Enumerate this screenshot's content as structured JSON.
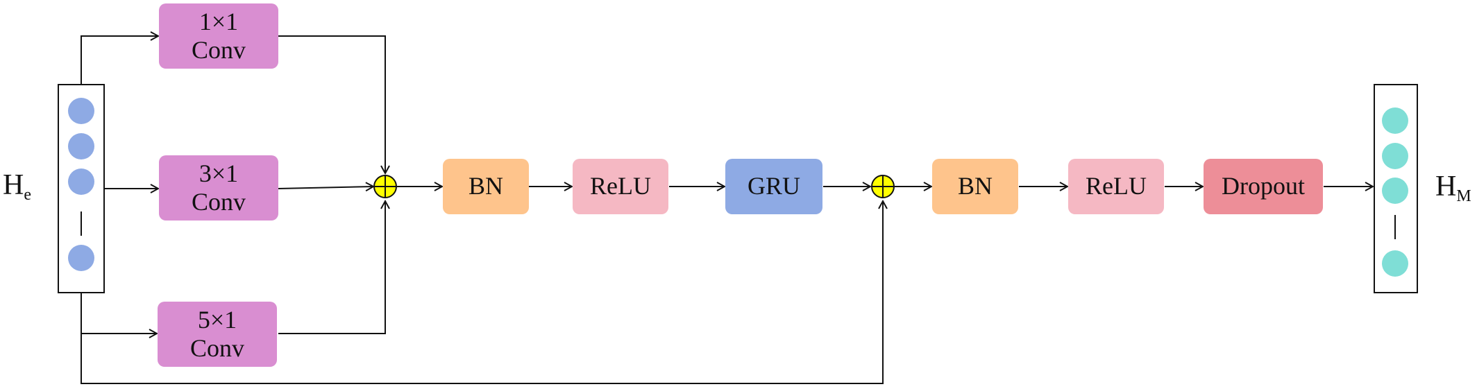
{
  "input": {
    "label": "H",
    "subscript": "e"
  },
  "output": {
    "label": "H",
    "subscript": "M"
  },
  "conv_branches": [
    {
      "kernel": "1×1",
      "op": "Conv"
    },
    {
      "kernel": "3×1",
      "op": "Conv"
    },
    {
      "kernel": "5×1",
      "op": "Conv"
    }
  ],
  "stage1": {
    "bn": "BN",
    "relu": "ReLU",
    "gru": "GRU"
  },
  "stage2": {
    "bn": "BN",
    "relu": "ReLU",
    "dropout": "Dropout"
  },
  "colors": {
    "conv": "#d98ed1",
    "bn": "#fec48c",
    "relu": "#f5b8c3",
    "gru": "#8eaae4",
    "dropout": "#ed8e98",
    "input_node": "#8eaae4",
    "output_node": "#7fded6",
    "add_node": "#ffff00"
  }
}
